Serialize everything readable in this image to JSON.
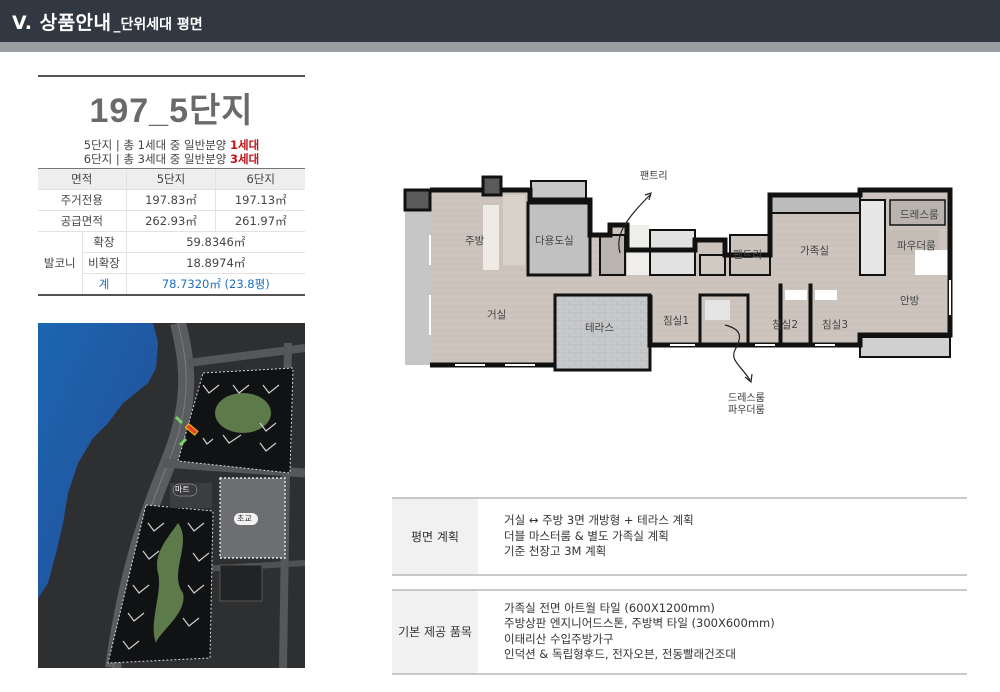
{
  "header": {
    "section": "V. 상품안내",
    "subtitle": "_단위세대 평면",
    "colors": {
      "bar": "#323842",
      "band": "#9a9da2"
    }
  },
  "unit": {
    "title": "197_5단지",
    "supply_lines": [
      {
        "prefix": "5단지 | 총 1세대 중 일반분양 ",
        "highlight": "1세대"
      },
      {
        "prefix": "6단지 | 총 3세대 중 일반분양 ",
        "highlight": "3세대"
      }
    ],
    "highlight_color": "#c0121a"
  },
  "area_table": {
    "headers": [
      "면적",
      "5단지",
      "6단지"
    ],
    "rows": [
      {
        "label": "주거전용",
        "v5": "197.83㎡",
        "v6": "197.13㎡"
      },
      {
        "label": "공급면적",
        "v5": "262.93㎡",
        "v6": "261.97㎡"
      }
    ],
    "balcony": {
      "label": "발코니",
      "items": [
        {
          "label": "확장",
          "value": "59.8346㎡"
        },
        {
          "label": "비확장",
          "value": "18.8974㎡"
        },
        {
          "label": "계",
          "value": "78.7320㎡ (23.8평)"
        }
      ]
    },
    "total_color": "#1e6fc0"
  },
  "map": {
    "labels": {
      "mart": "마트",
      "school": "초교"
    }
  },
  "floorplan": {
    "rooms": {
      "kitchen": "주방",
      "living": "거실",
      "utility": "다용도실",
      "terrace": "테라스",
      "bed1": "침실1",
      "bed2": "침실2",
      "bed3": "침실3",
      "pantry": "팬트리",
      "family": "가족실",
      "dress": "드레스룸",
      "powder": "파우더룸",
      "master": "안방"
    },
    "callouts": {
      "pantry": "팬트리",
      "dress_powder": [
        "드레스룸",
        "파우더룸"
      ]
    }
  },
  "spec": {
    "rows": [
      {
        "head": "평면 계획",
        "lines": [
          "거실 ↔ 주방 3면 개방형 + 테라스 계획",
          "더블 마스터룸 & 별도 가족실 계획",
          "기준 천장고 3M 계획"
        ]
      },
      {
        "head": "기본 제공 품목",
        "lines": [
          "가족실 전면 아트월 타일 (600X1200mm)",
          "주방상판 엔지니어드스톤, 주방벽 타일 (300X600mm)",
          "이태리산 수입주방가구",
          "인덕션 & 독립형후드, 전자오븐, 전동빨래건조대"
        ]
      }
    ]
  }
}
